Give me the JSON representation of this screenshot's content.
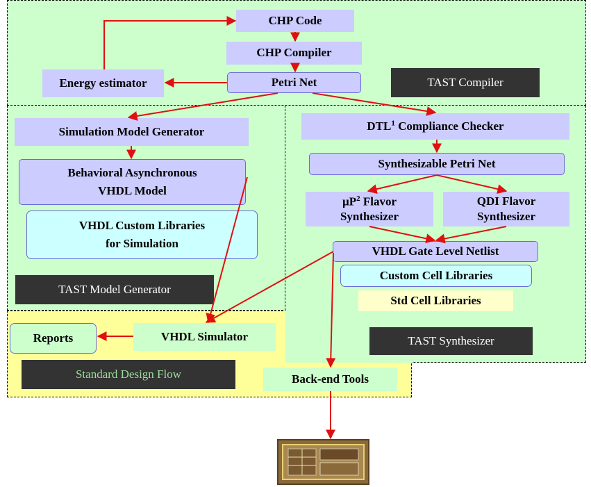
{
  "regions": {
    "compiler_label": "TAST Compiler",
    "model_generator_label": "TAST Model Generator",
    "synthesizer_label": "TAST Synthesizer",
    "standard_flow_label": "Standard Design Flow"
  },
  "boxes": {
    "chp_code": "CHP Code",
    "chp_compiler": "CHP Compiler",
    "petri_net": "Petri Net",
    "energy_estimator": "Energy estimator",
    "sim_model_generator": "Simulation Model Generator",
    "behavioral_vhdl_line1": "Behavioral Asynchronous",
    "behavioral_vhdl_line2": "VHDL Model",
    "vhdl_custom_libs_line1": "VHDL Custom Libraries",
    "vhdl_custom_libs_line2": "for Simulation",
    "dtl_prefix": "DTL",
    "dtl_sup": "1",
    "dtl_suffix": " Compliance Checker",
    "synth_petri_net": "Synthesizable Petri Net",
    "up_prefix": "µP",
    "up_sup": "2",
    "up_suffix": " Flavor",
    "up_line2": "Synthesizer",
    "qdi_line1": "QDI Flavor",
    "qdi_line2": "Synthesizer",
    "gate_netlist": "VHDL Gate Level Netlist",
    "custom_cell_libs": "Custom Cell Libraries",
    "std_cell_libs": "Std Cell Libraries",
    "vhdl_simulator": "VHDL Simulator",
    "reports": "Reports",
    "backend_tools": "Back-end Tools"
  },
  "colors": {
    "green_region": "#ccffcc",
    "yellow_region": "#ffff99",
    "lavender_box": "#ccccff",
    "cyan_box": "#ccffff",
    "arrow": "#e01010",
    "dark_label": "#333333"
  },
  "icons": {
    "chip": "chip-die-photo-icon"
  }
}
